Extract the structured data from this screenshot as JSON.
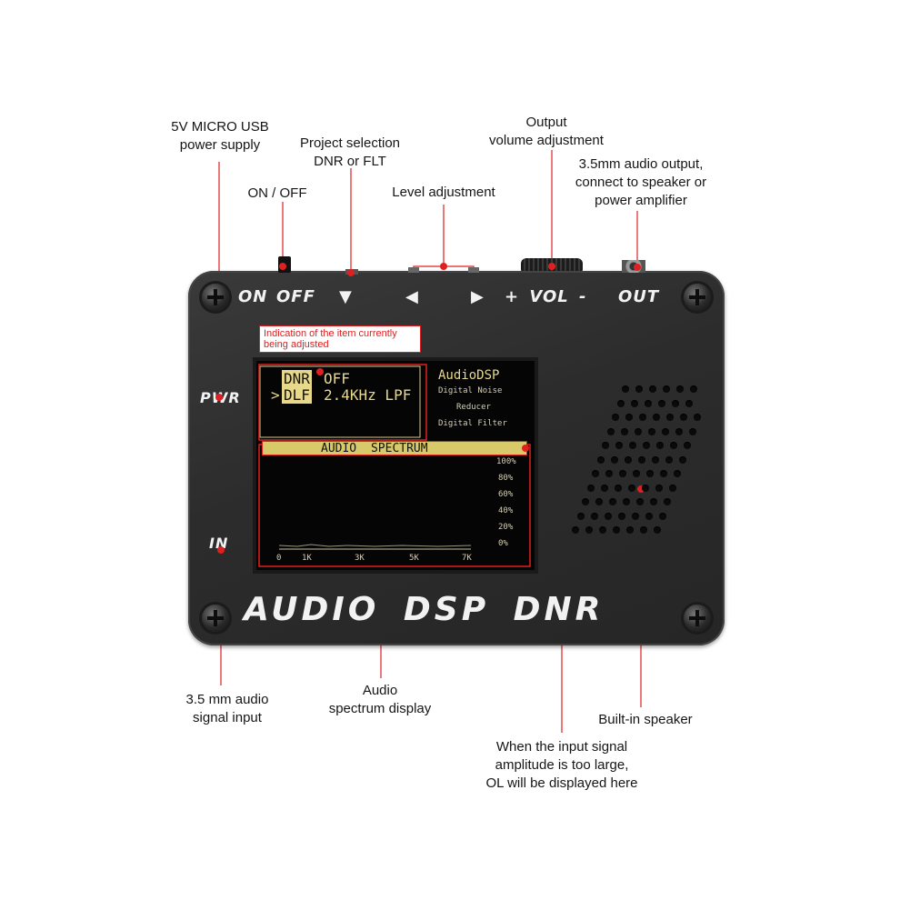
{
  "callouts": {
    "usb": "5V MICRO USB\npower supply",
    "project_selection": "Project selection\nDNR or FLT",
    "on_off": "ON / OFF",
    "level_adjustment": "Level adjustment",
    "output_volume": "Output\nvolume adjustment",
    "audio_output": "3.5mm audio output,\nconnect to speaker or\npower amplifier",
    "audio_input": "3.5 mm audio\nsignal input",
    "spectrum_display": "Audio\nspectrum display",
    "speaker": "Built-in speaker",
    "overload": "When the input signal\namplitude is too large,\nOL will be displayed here",
    "current_item": "Indication of the item currently\nbeing adjusted"
  },
  "panel": {
    "on": "ON",
    "off": "OFF",
    "down_arrow": "▼",
    "left_arrow": "◀",
    "right_arrow": "▶",
    "vol": "+ VOL -",
    "out": "OUT",
    "pwr": "PWR",
    "in": "IN",
    "brand": "AUDIO DSP DNR"
  },
  "lcd": {
    "row1_tag": "DNR",
    "row1_value": "OFF",
    "row2_prefix": ">",
    "row2_tag": "DLF",
    "row2_value": "2.4KHz LPF",
    "title": "AudioDSP",
    "subtitle1": "Digital Noise",
    "subtitle2": "Reducer",
    "subtitle3": "Digital Filter",
    "banner": "AUDIO SPECTRUM",
    "y_ticks": [
      "100%",
      "80%",
      "60%",
      "40%",
      "20%",
      "0%"
    ],
    "x_ticks": [
      "0",
      "1K",
      "3K",
      "5K",
      "7K"
    ]
  },
  "colors": {
    "accent_red": "#e02020",
    "lcd_yellow": "#e8d88a",
    "banner_bg": "#d8c96a"
  }
}
